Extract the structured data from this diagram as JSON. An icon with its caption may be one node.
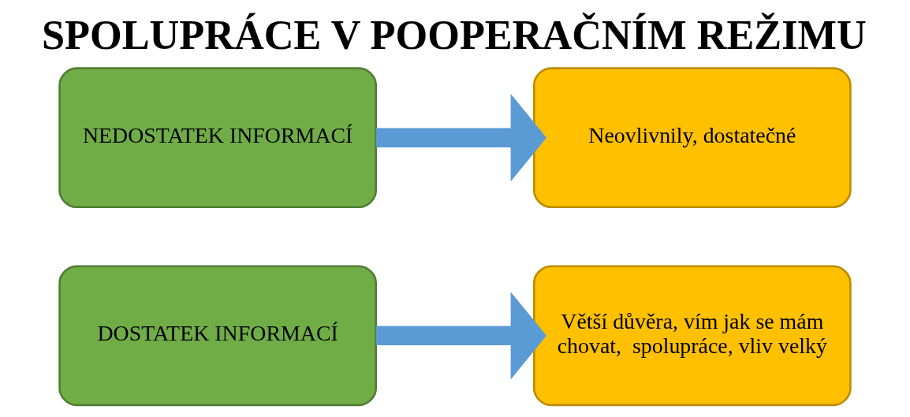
{
  "diagram": {
    "title": "SPOLUPRÁCE V POOPERAČNÍM REŽIMU",
    "nodes": [
      {
        "text": [
          "DOSTATEK INFORMACÍ"
        ]
      },
      {
        "text": [
          "Větší důvěra, vím jak se mám chovat,  spolupráce, vliv velký"
        ]
      },
      {
        "text": [
          "NEDOSTATEK INFORMACÍ"
        ]
      },
      {
        "text": [
          "Neovlivnily, dostatečné"
        ]
      }
    ],
    "edges": [
      {
        "from": 0,
        "to": 1,
        "arrow": "to"
      },
      {
        "from": 2,
        "to": 3,
        "arrow": "to"
      }
    ]
  }
}
